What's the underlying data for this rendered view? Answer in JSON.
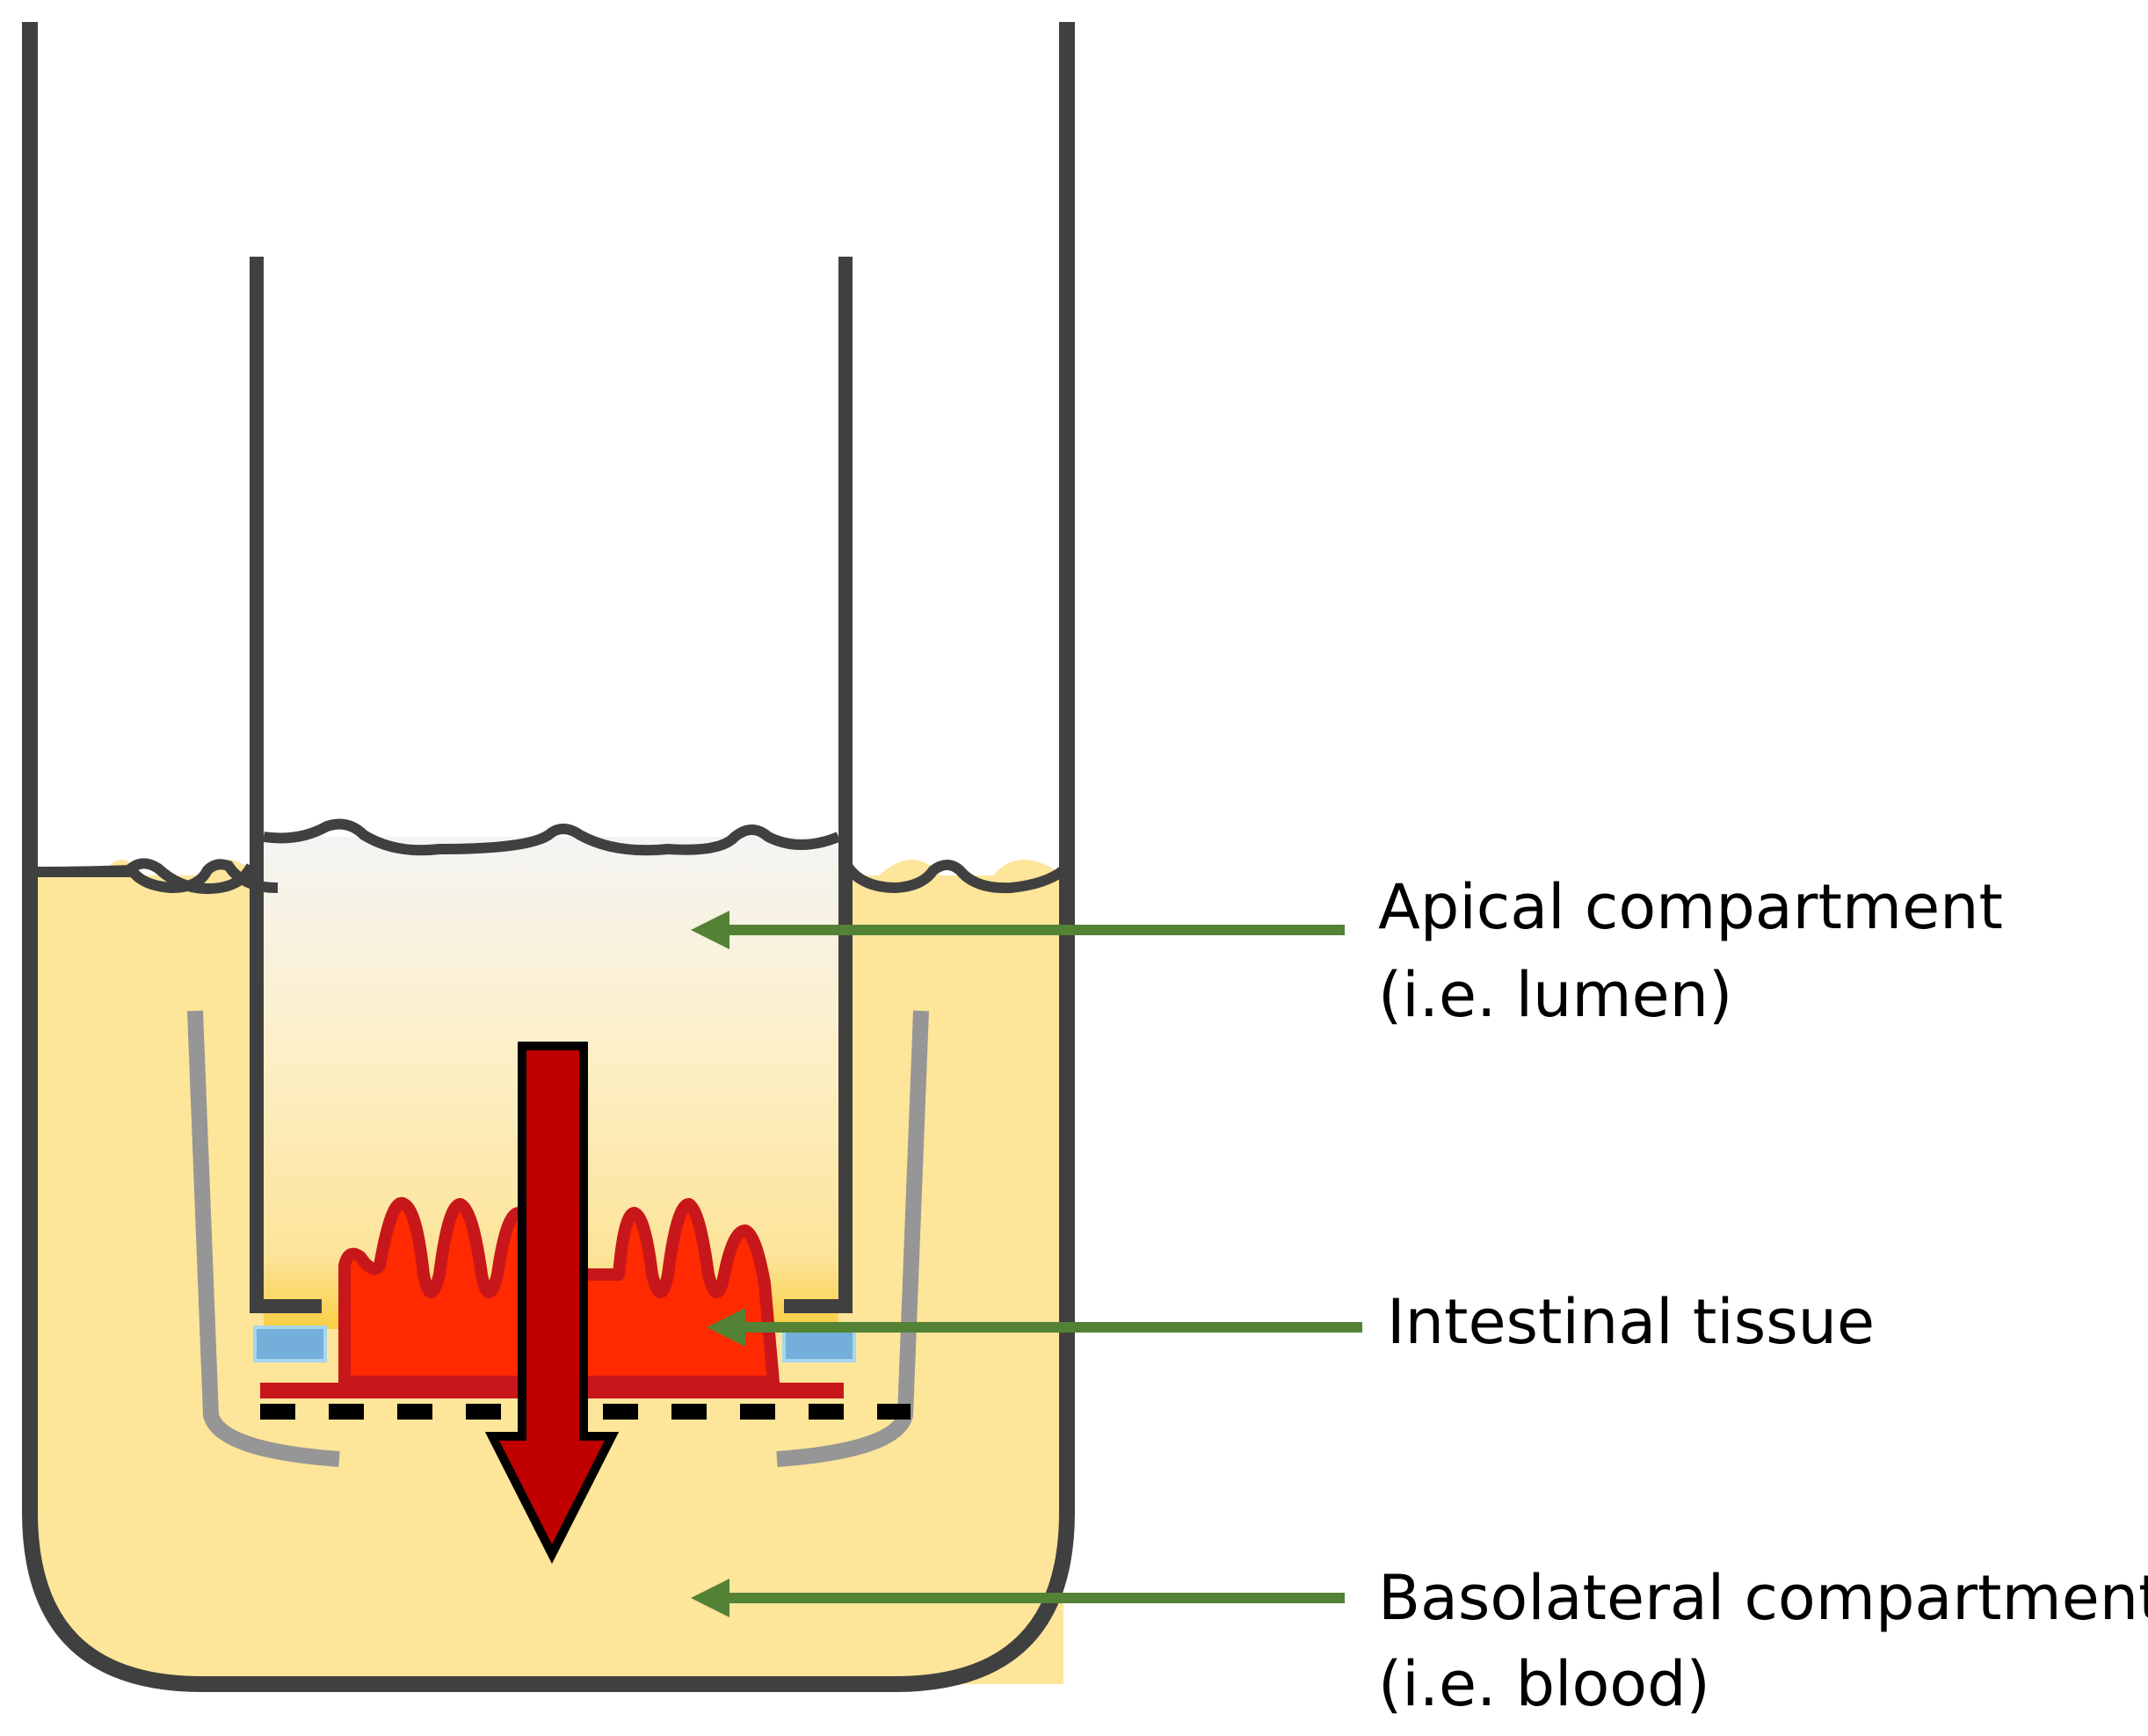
{
  "labels": {
    "apical": {
      "line1": "Apical compartment",
      "line2": "(i.e. lumen)"
    },
    "tissue": {
      "line1": "Intestinal tissue"
    },
    "basolateral": {
      "line1": "Basolateral compartment",
      "line2": "(i.e. blood)"
    }
  },
  "colors": {
    "medium": "#fde59a",
    "outline": "#404040",
    "insert_holder": "#969696",
    "pointer_arrow": "#548235",
    "tissue": "#ff2a00",
    "tissue_outline": "#c8171a",
    "transport_arrow": "#c00000",
    "ring": "#74aeda"
  }
}
